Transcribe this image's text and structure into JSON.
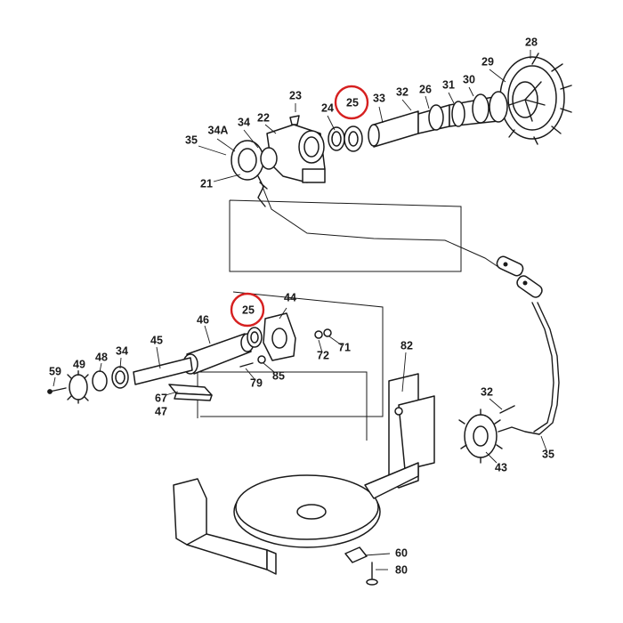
{
  "diagram": {
    "part_labels": [
      {
        "id": "28",
        "text": "28"
      },
      {
        "id": "29",
        "text": "29"
      },
      {
        "id": "30",
        "text": "30"
      },
      {
        "id": "31",
        "text": "31"
      },
      {
        "id": "26",
        "text": "26"
      },
      {
        "id": "32a",
        "text": "32"
      },
      {
        "id": "33",
        "text": "33"
      },
      {
        "id": "25a",
        "text": "25"
      },
      {
        "id": "24",
        "text": "24"
      },
      {
        "id": "23",
        "text": "23"
      },
      {
        "id": "22",
        "text": "22"
      },
      {
        "id": "34a",
        "text": "34"
      },
      {
        "id": "34A",
        "text": "34A"
      },
      {
        "id": "35a",
        "text": "35"
      },
      {
        "id": "21",
        "text": "21"
      },
      {
        "id": "44",
        "text": "44"
      },
      {
        "id": "25b",
        "text": "25"
      },
      {
        "id": "46",
        "text": "46"
      },
      {
        "id": "45",
        "text": "45"
      },
      {
        "id": "48",
        "text": "48"
      },
      {
        "id": "34b",
        "text": "34"
      },
      {
        "id": "49",
        "text": "49"
      },
      {
        "id": "59",
        "text": "59"
      },
      {
        "id": "72",
        "text": "72"
      },
      {
        "id": "71",
        "text": "71"
      },
      {
        "id": "85",
        "text": "85"
      },
      {
        "id": "79",
        "text": "79"
      },
      {
        "id": "67",
        "text": "67"
      },
      {
        "id": "47",
        "text": "47"
      },
      {
        "id": "82",
        "text": "82"
      },
      {
        "id": "32b",
        "text": "32"
      },
      {
        "id": "43",
        "text": "43"
      },
      {
        "id": "35b",
        "text": "35"
      },
      {
        "id": "60",
        "text": "60"
      },
      {
        "id": "80",
        "text": "80"
      }
    ],
    "highlighted_parts": [
      "25a",
      "25b"
    ],
    "highlight_color": "#d62020",
    "line_color": "#1a1a1a",
    "background_color": "#ffffff"
  }
}
